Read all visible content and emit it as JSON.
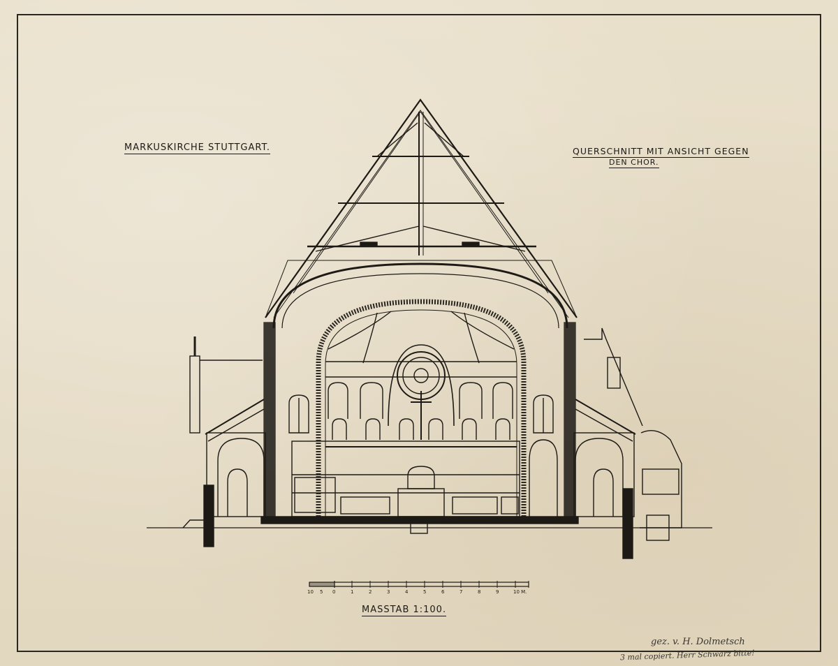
{
  "sheet": {
    "title_left": "Markuskirche Stuttgart.",
    "title_right_line1": "Querschnitt mit Ansicht gegen",
    "title_right_line2": "den Chor.",
    "scale_label": "Masstab 1:100.",
    "scale_ticks": [
      "10",
      "5",
      "0",
      "1",
      "2",
      "3",
      "4",
      "5",
      "6",
      "7",
      "8",
      "9",
      "10 M."
    ],
    "signature_line1": "gez. v. H. Dolmetsch",
    "signature_line2": "3 mal copiert. Herr Schwarz bitte!"
  },
  "colors": {
    "paper": "#e6dcc6",
    "ink": "#1d1a16",
    "pencil": "#3a3530"
  }
}
